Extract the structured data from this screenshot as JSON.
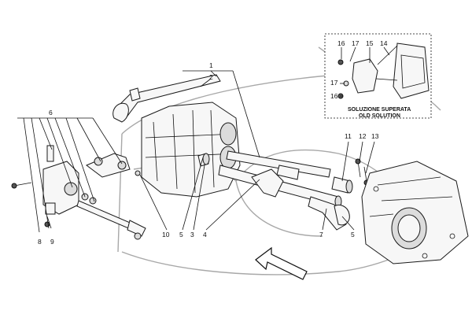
{
  "callouts": [
    "1",
    "2",
    "6",
    "8",
    "9",
    "10",
    "5",
    "3",
    "4",
    "7",
    "5",
    "11",
    "12",
    "13",
    "16",
    "17",
    "15",
    "14",
    "17",
    "16"
  ],
  "inset": {
    "title_line1": "SOLUZIONE SUPERATA",
    "title_line2": "OLD SOLUTION"
  },
  "colors": {
    "line": "#111111",
    "ghost": "#a8a8a8",
    "fill": "#f7f7f7"
  },
  "icons": [
    "direction-arrow-icon"
  ]
}
